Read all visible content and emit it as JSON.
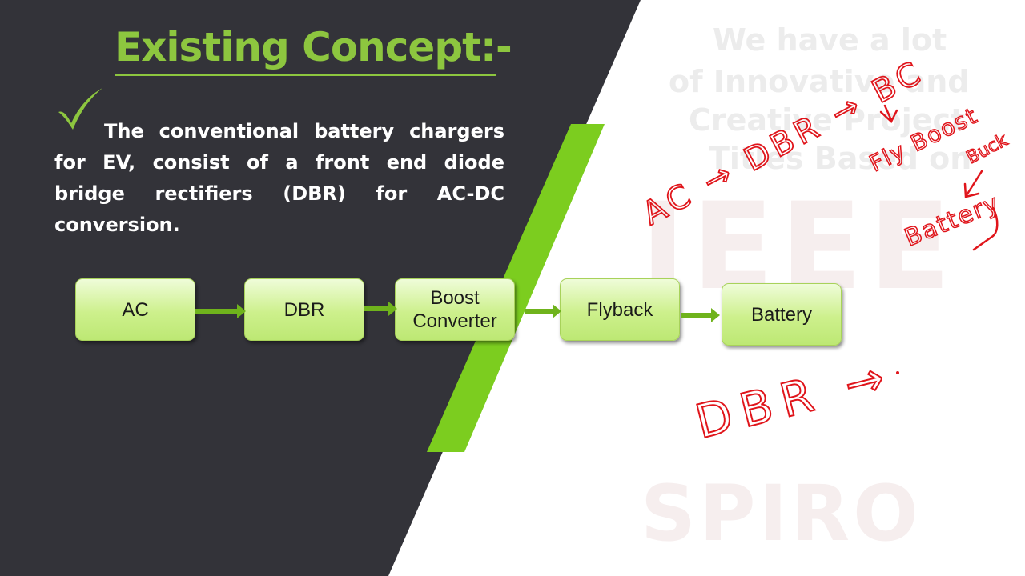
{
  "slide": {
    "title": "Existing Concept:-",
    "description": "The conventional battery chargers for EV, consist of a front end diode bridge rectifiers (DBR) for AC-DC conversion."
  },
  "diagram": {
    "blocks": [
      {
        "label": "AC"
      },
      {
        "label": "DBR"
      },
      {
        "label": "Boost Converter"
      },
      {
        "label": "Flyback"
      },
      {
        "label": "Battery"
      }
    ]
  },
  "watermark": {
    "line1": "We have a lot",
    "line2": "of Innovative and",
    "line3": "Creative Project",
    "line4": "Titles Based on",
    "big1": "IEEE",
    "big2": "SPIRO"
  },
  "annotations": {
    "chain": "AC → DBR → BC",
    "fly_boost": "Fly Boost",
    "buck": "Buck",
    "battery": "Battery",
    "dbr_bottom": "DBR →"
  },
  "colors": {
    "dark_panel": "#333339",
    "accent_green": "#8dc63f",
    "stripe_green": "#7ccd1f",
    "ink_red": "#e0151b"
  }
}
